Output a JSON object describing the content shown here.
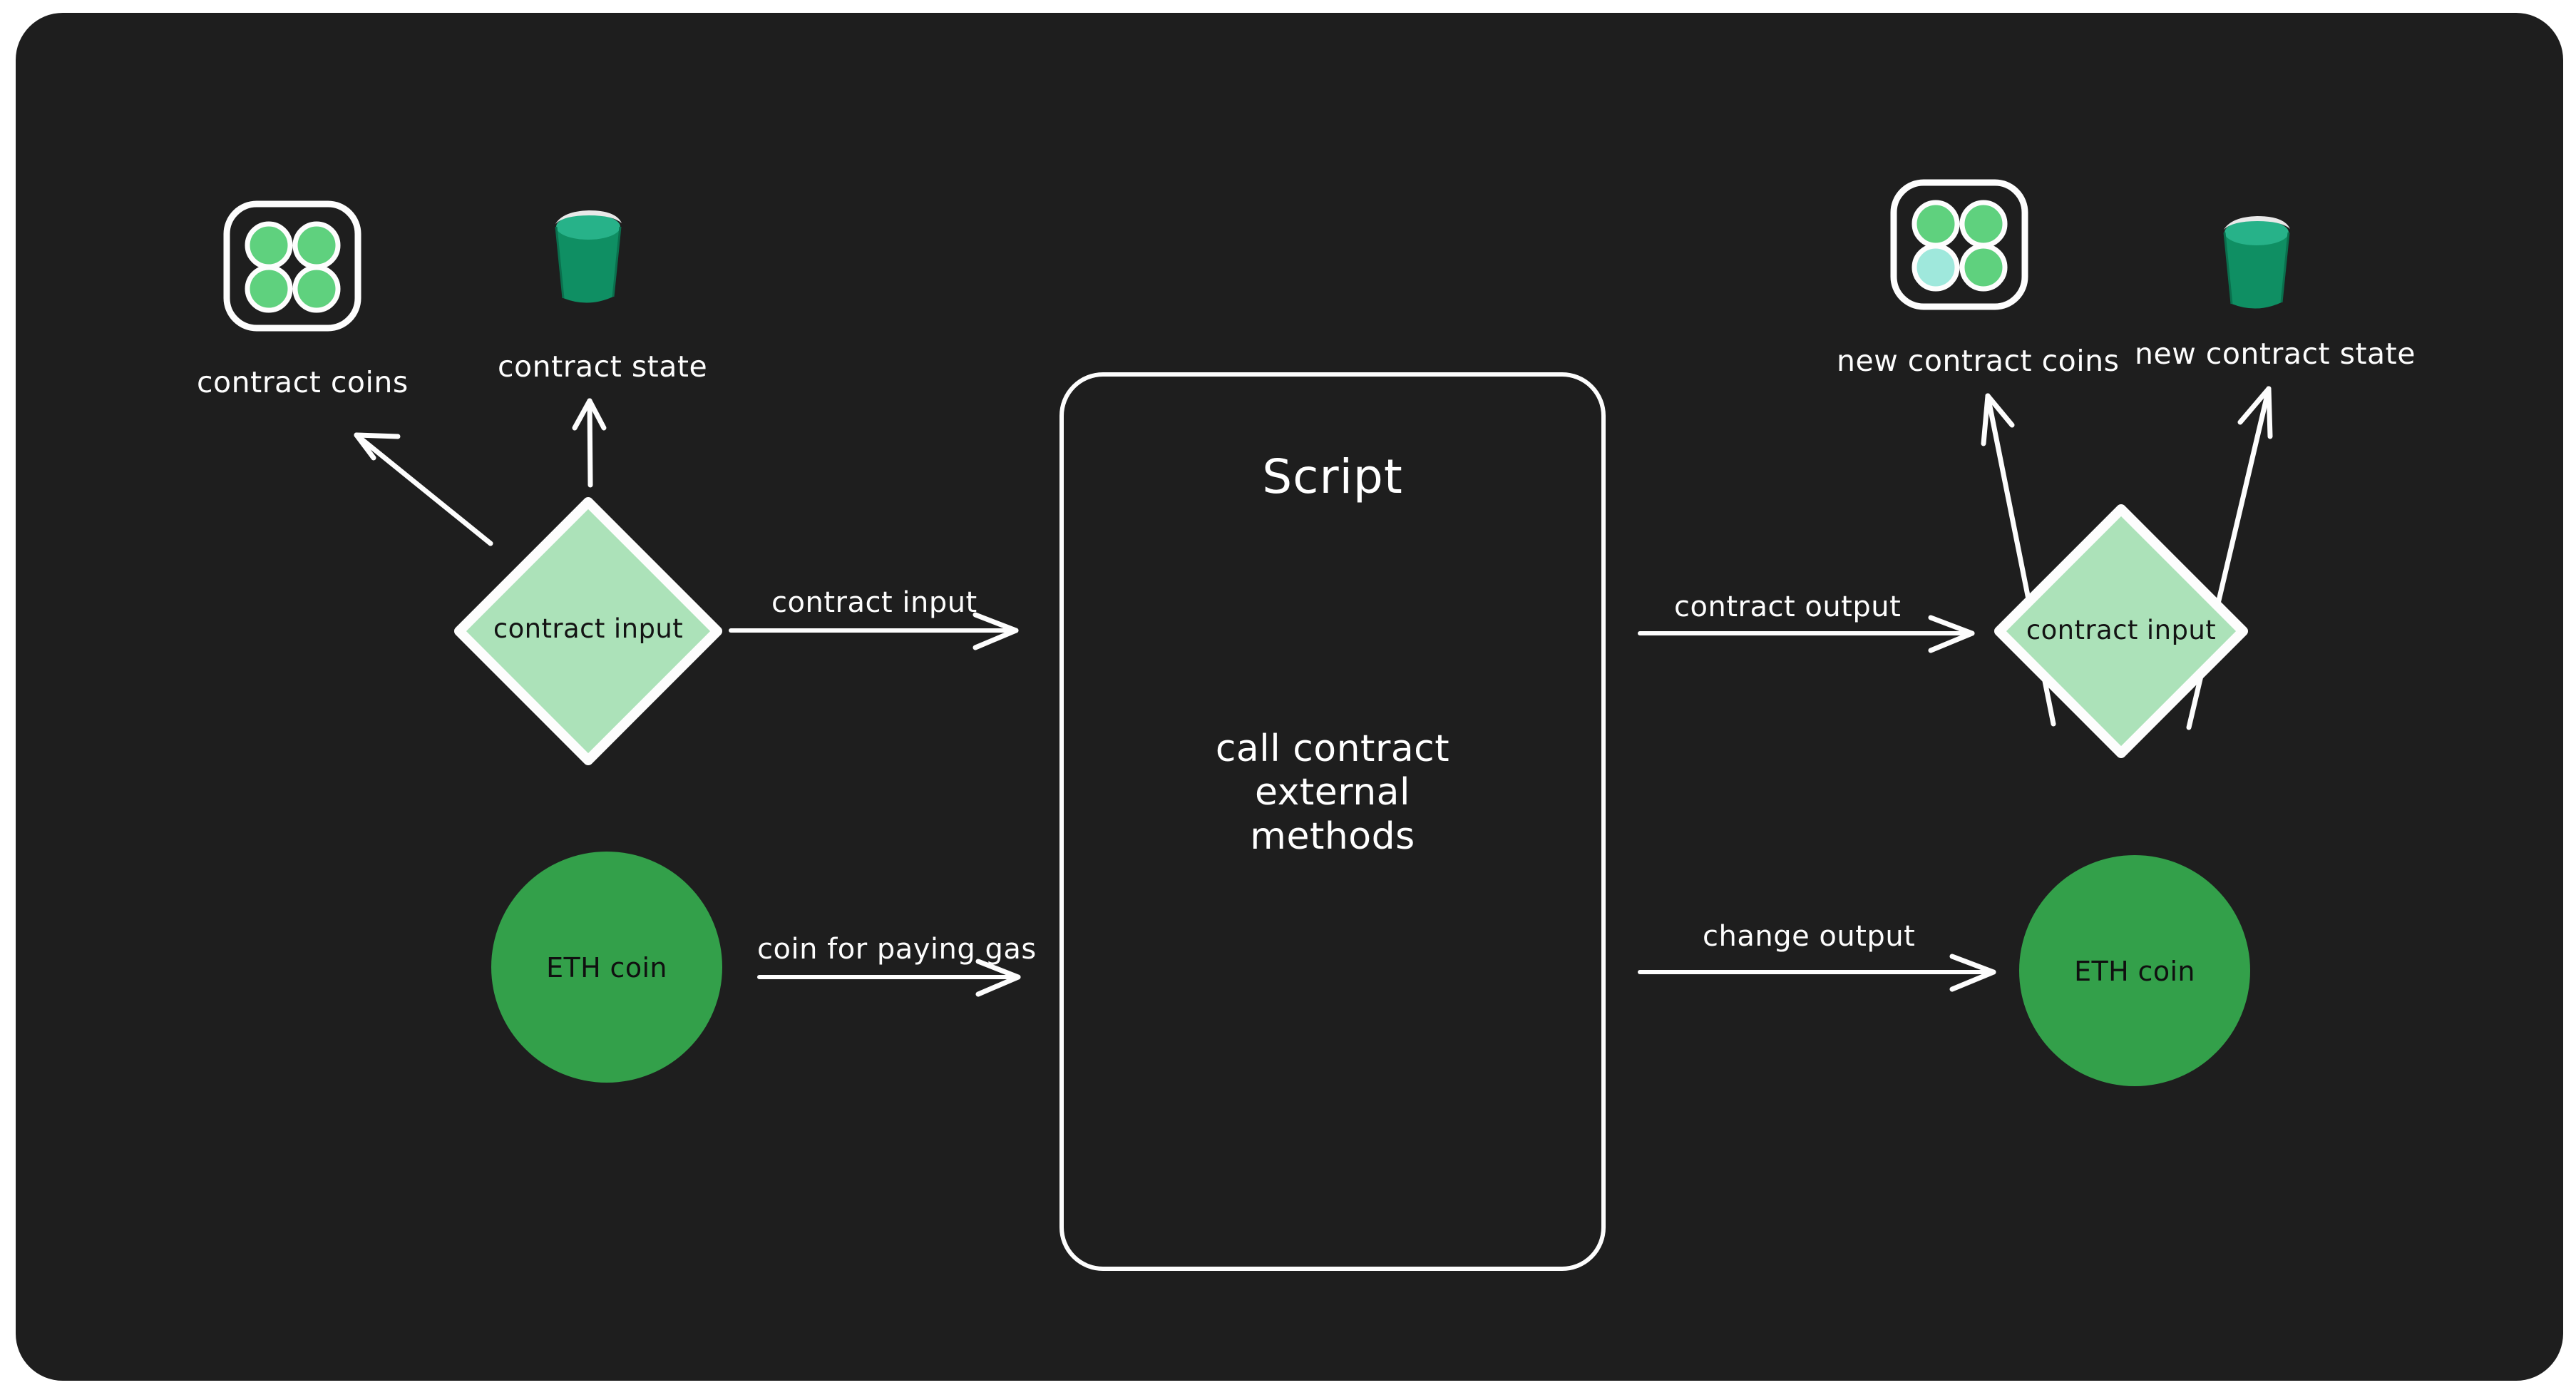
{
  "canvas": {
    "background": "#1e1e1e",
    "page_background": "#ffffff"
  },
  "colors": {
    "stroke": "#fdfdfd",
    "diamond_fill": "#ace2b9",
    "coin_circle_green": "#5fd17e",
    "coin_circle_aqua": "#9fe8dc",
    "eth_coin_green": "#33a04a",
    "bucket_body": "#0f8f63",
    "bucket_top": "#27b289",
    "bucket_rim": "#e9e9e9",
    "dark_text": "#141414"
  },
  "nodes": {
    "contract_coins": {
      "label": "contract coins",
      "icon": "four-coins-box-icon",
      "circles": [
        "green",
        "green",
        "green",
        "green"
      ]
    },
    "contract_state": {
      "label": "contract state",
      "icon": "bucket-icon"
    },
    "new_contract_coins": {
      "label": "new contract coins",
      "icon": "four-coins-box-icon",
      "circles": [
        "green",
        "green",
        "aqua",
        "green"
      ]
    },
    "new_contract_state": {
      "label": "new contract state",
      "icon": "bucket-icon"
    },
    "contract_input_left": {
      "label": "contract input",
      "shape": "diamond"
    },
    "contract_input_right": {
      "label": "contract input",
      "shape": "diamond"
    },
    "eth_coin_left": {
      "label": "ETH coin",
      "shape": "circle"
    },
    "eth_coin_right": {
      "label": "ETH coin",
      "shape": "circle"
    }
  },
  "script_box": {
    "title": "Script",
    "body_lines": [
      "call contract",
      "external",
      "methods"
    ]
  },
  "edges": {
    "contract_input": "contract input",
    "coin_for_paying_gas": "coin for paying gas",
    "contract_output": "contract output",
    "change_output": "change output"
  }
}
